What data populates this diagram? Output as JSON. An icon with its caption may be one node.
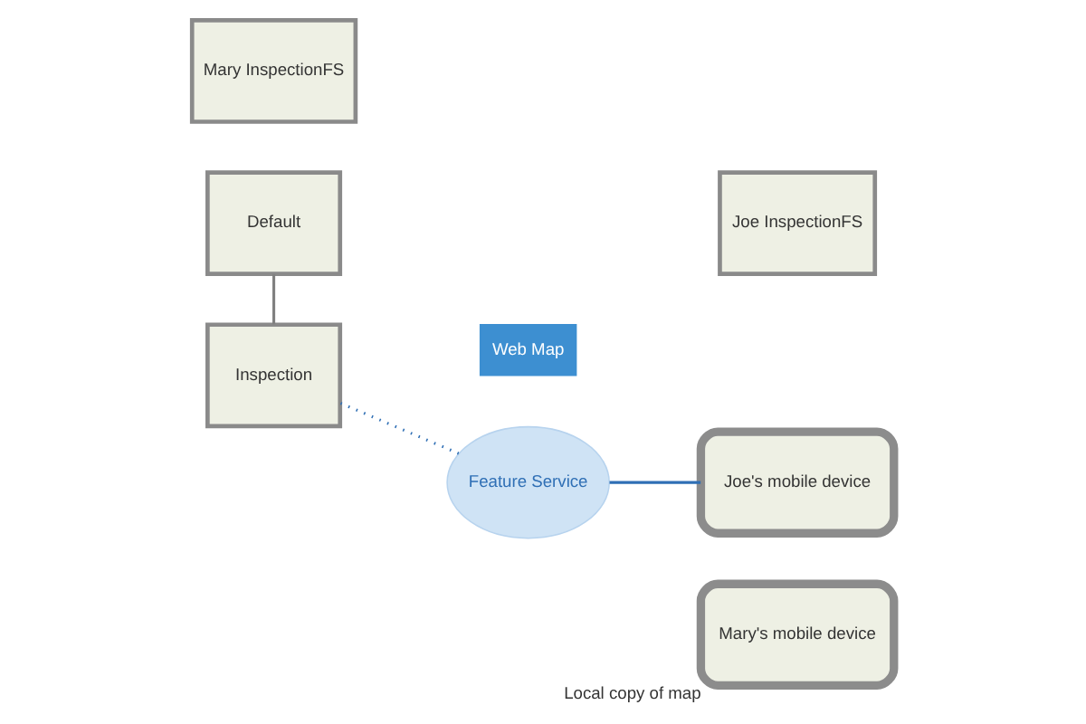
{
  "diagram": {
    "nodes": [
      {
        "text": [
          "Default"
        ]
      },
      {
        "text": [
          "Joe InspectionFS"
        ]
      },
      {
        "text": [
          "Joe's mobile device"
        ]
      },
      {
        "text": [
          "Inspection"
        ]
      },
      {
        "text": [
          "Web Map"
        ]
      },
      {
        "text": [
          "Feature Service"
        ]
      },
      {
        "text": [
          "Mary InspectionFS"
        ]
      },
      {
        "text": [
          "Mary's mobile device"
        ],
        "beside": [
          "Local copy of map"
        ]
      }
    ],
    "edges": [
      {
        "from": 0,
        "to": 3,
        "arrow": "none",
        "color": "#808080"
      },
      {
        "from": 3,
        "to": 5,
        "arrow": "none",
        "style": "dashed"
      },
      {
        "from": 5,
        "to": 2,
        "arrow": "none"
      }
    ]
  }
}
